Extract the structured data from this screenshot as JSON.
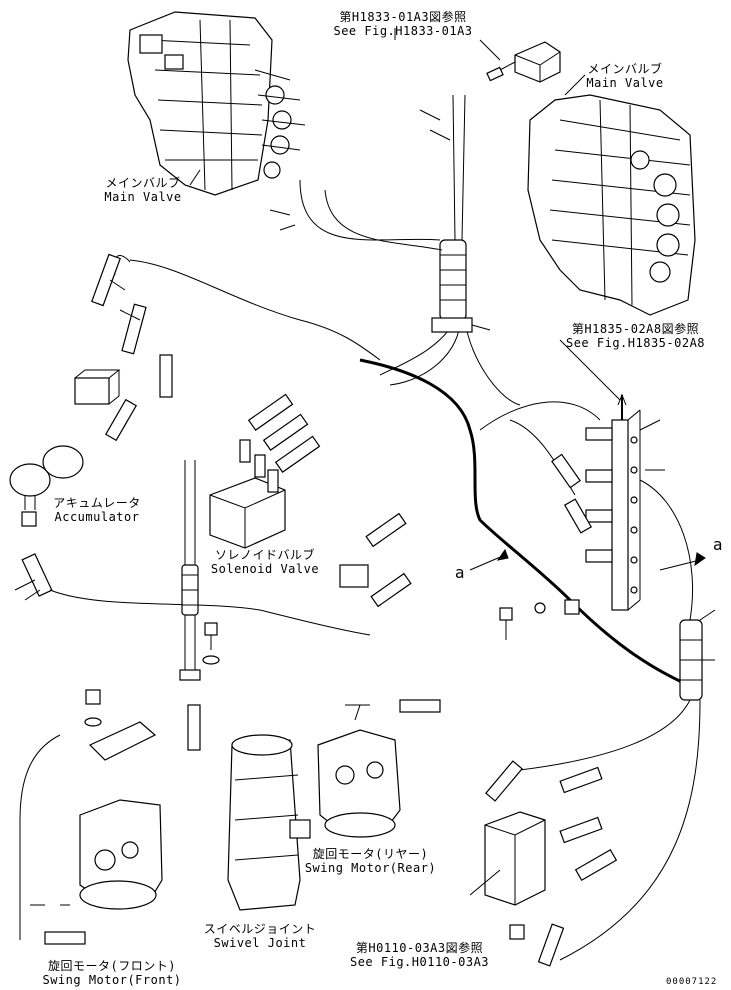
{
  "labels": {
    "ref_top": {
      "jp": "第H1833-01A3図参照",
      "en": "See Fig.H1833-01A3"
    },
    "main_valve_right": {
      "jp": "メインバルブ",
      "en": "Main Valve"
    },
    "main_valve_left": {
      "jp": "メインバルブ",
      "en": "Main Valve"
    },
    "ref_mid_right": {
      "jp": "第H1835-02A8図参照",
      "en": "See Fig.H1835-02A8"
    },
    "accumulator": {
      "jp": "アキュムレータ",
      "en": "Accumulator"
    },
    "solenoid_valve": {
      "jp": "ソレノイドバルブ",
      "en": "Solenoid Valve"
    },
    "swing_motor_rear": {
      "jp": "旋回モータ(リヤー)",
      "en": "Swing Motor(Rear)"
    },
    "swivel_joint": {
      "jp": "スイベルジョイント",
      "en": "Swivel Joint"
    },
    "swing_motor_front": {
      "jp": "旋回モータ(フロント)",
      "en": "Swing Motor(Front)"
    },
    "ref_bottom": {
      "jp": "第H0110-03A3図参照",
      "en": "See Fig.H0110-03A3"
    },
    "callout_a_left": "a",
    "callout_a_right": "a"
  },
  "drawing_code": "00007122"
}
